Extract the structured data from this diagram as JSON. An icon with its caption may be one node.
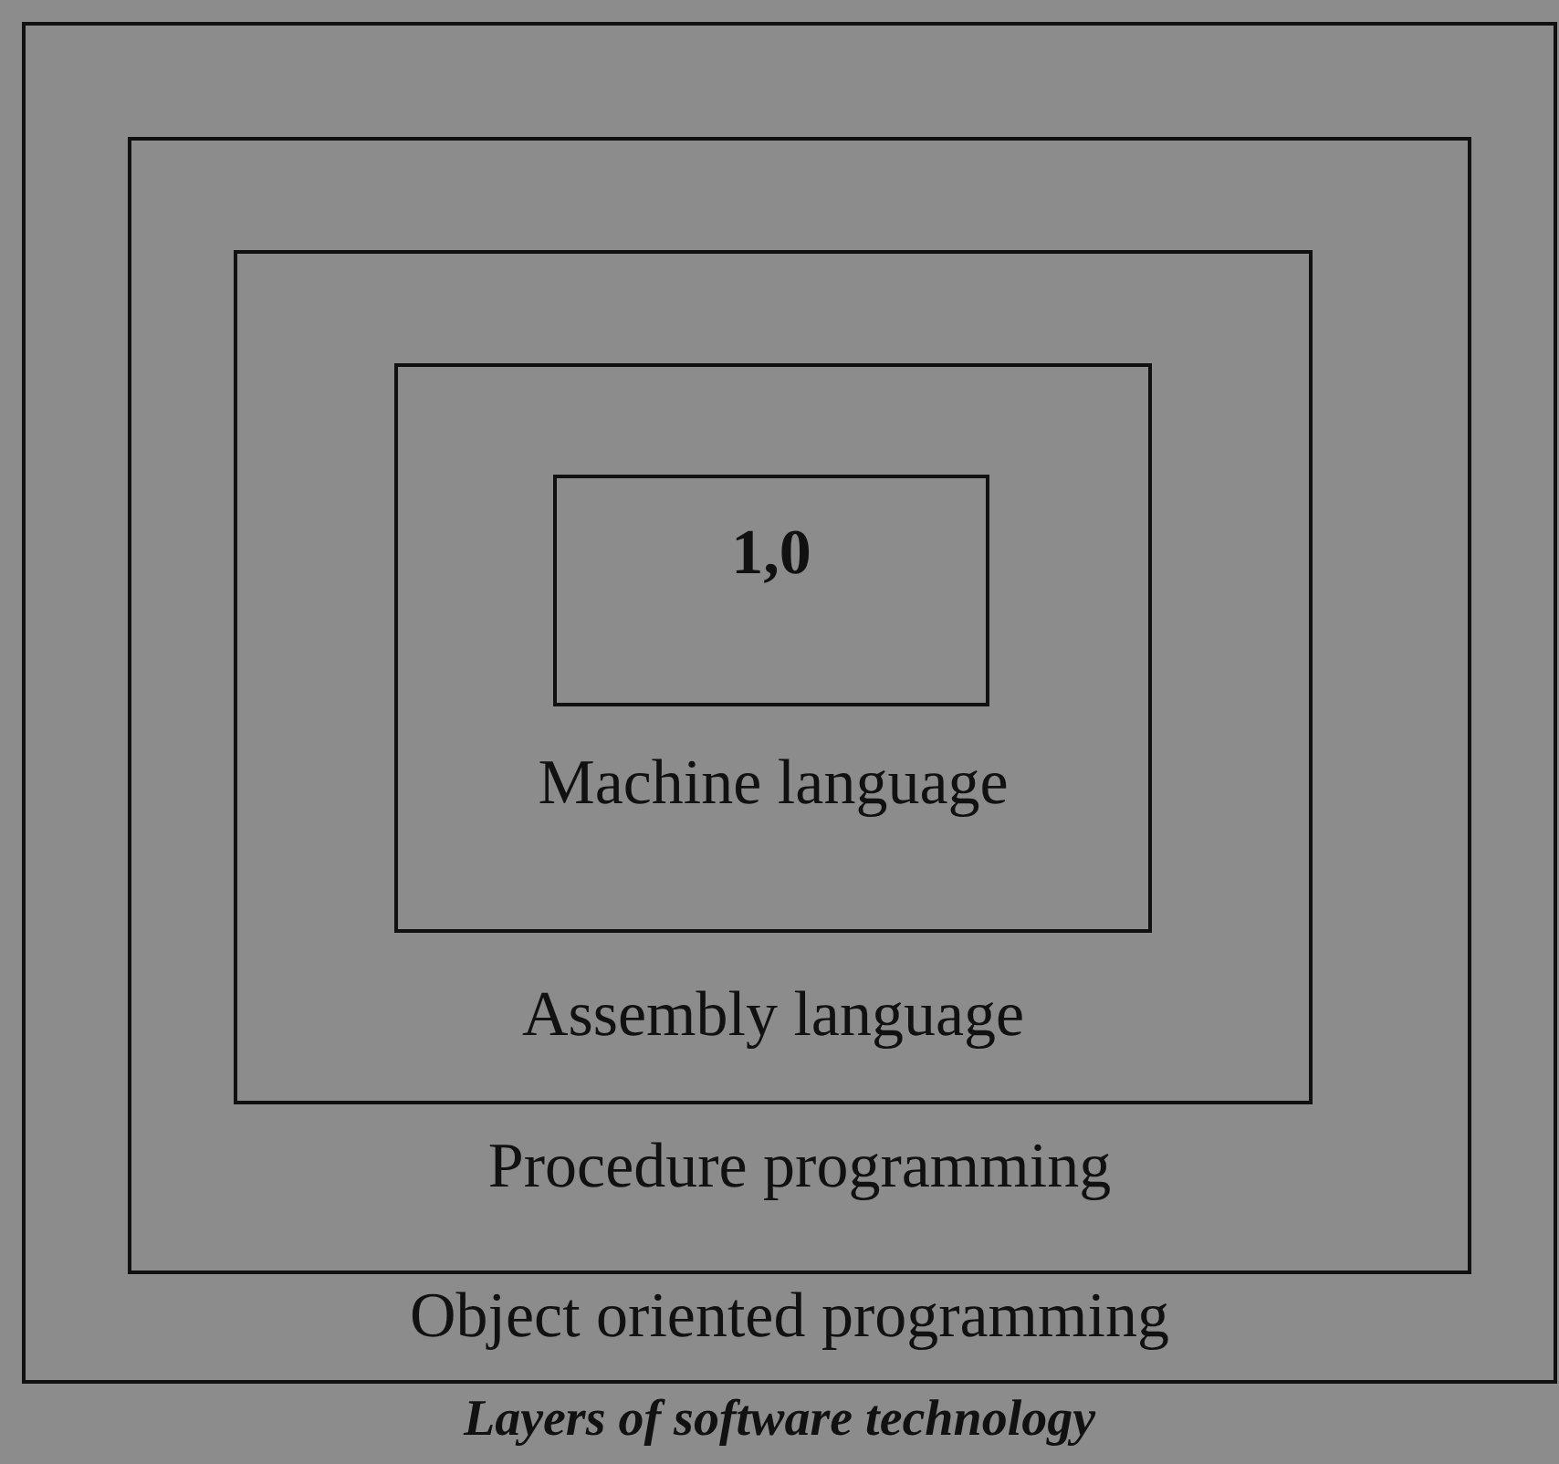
{
  "diagram": {
    "caption": "Layers of software technology",
    "nodes": [
      {
        "text": [
          "Object oriented programming"
        ]
      },
      {
        "text": [
          "Procedure programming"
        ],
        "in": 0
      },
      {
        "text": [
          "Assembly language"
        ],
        "in": 1
      },
      {
        "text": [
          "Machine language"
        ],
        "in": 2
      },
      {
        "text": [
          "1,0"
        ],
        "in": 3
      }
    ]
  }
}
